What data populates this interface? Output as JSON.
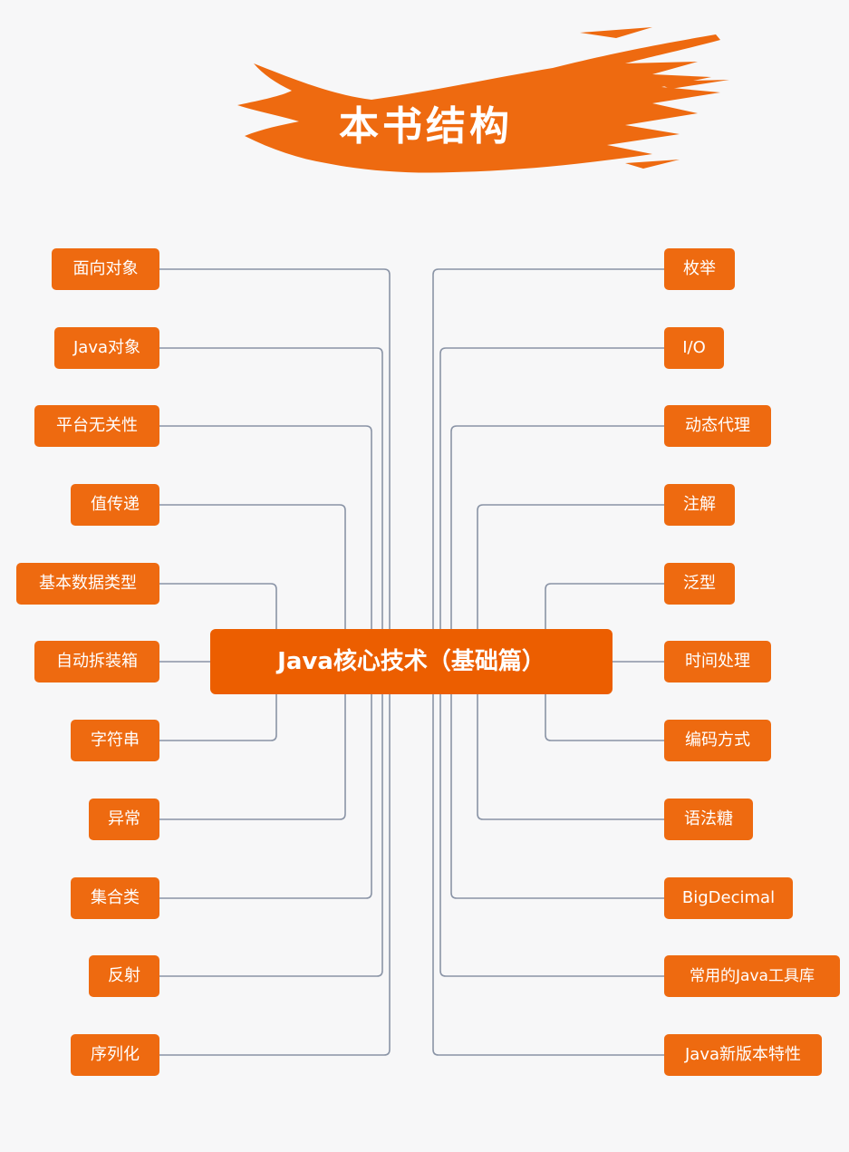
{
  "banner": {
    "title": "本书结构"
  },
  "center": {
    "label": "Java核心技术（基础篇）"
  },
  "colors": {
    "accent": "#ee6a10",
    "center": "#ec5e00",
    "connector": "#8a94a6",
    "background": "#f7f7f8"
  },
  "left_topics": [
    {
      "label": "面向对象"
    },
    {
      "label": "Java对象"
    },
    {
      "label": "平台无关性"
    },
    {
      "label": "值传递"
    },
    {
      "label": "基本数据类型"
    },
    {
      "label": "自动拆装箱"
    },
    {
      "label": "字符串"
    },
    {
      "label": "异常"
    },
    {
      "label": "集合类"
    },
    {
      "label": "反射"
    },
    {
      "label": "序列化"
    }
  ],
  "right_topics": [
    {
      "label": "枚举"
    },
    {
      "label": "I/O"
    },
    {
      "label": "动态代理"
    },
    {
      "label": "注解"
    },
    {
      "label": "泛型"
    },
    {
      "label": "时间处理"
    },
    {
      "label": "编码方式"
    },
    {
      "label": "语法糖"
    },
    {
      "label": "BigDecimal"
    },
    {
      "label": "常用的Java工具库"
    },
    {
      "label": "Java新版本特性"
    }
  ]
}
